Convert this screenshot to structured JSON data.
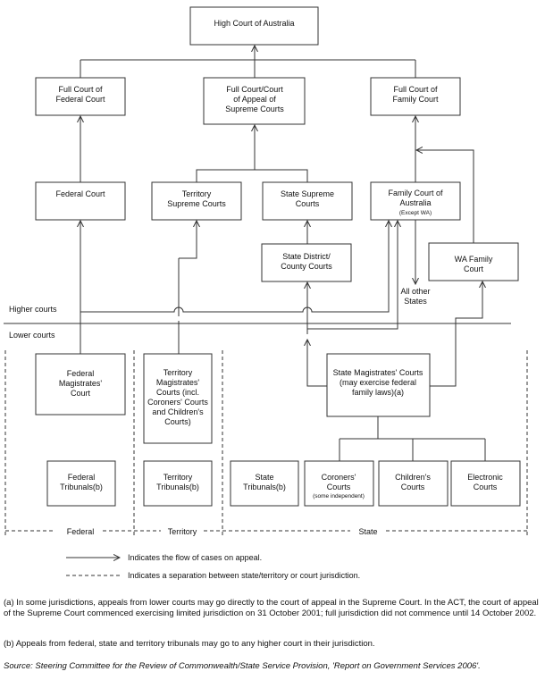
{
  "boxes": {
    "high_court": [
      "High Court of Australia"
    ],
    "full_federal": [
      "Full Court of",
      "Federal Court"
    ],
    "full_supreme": [
      "Full Court/Court",
      "of Appeal of",
      "Supreme Courts"
    ],
    "full_family": [
      "Full Court of",
      "Family Court"
    ],
    "federal_court": [
      "Federal Court"
    ],
    "territory_supreme": [
      "Territory",
      "Supreme Courts"
    ],
    "state_supreme": [
      "State Supreme",
      "Courts"
    ],
    "family_court": [
      "Family Court of",
      "Australia"
    ],
    "family_court_note": "(Except WA)",
    "state_district": [
      "State District/",
      "County Courts"
    ],
    "wa_family": [
      "WA Family",
      "Court"
    ],
    "all_other_states": [
      "All other",
      "States"
    ],
    "federal_magistrates": [
      "Federal",
      "Magistrates'",
      "Court"
    ],
    "territory_magistrates": [
      "Territory",
      "Magistrates'",
      "Courts (incl.",
      "Coroners' Courts",
      "and Children's",
      "Courts)"
    ],
    "state_magistrates": [
      "State Magistrates' Courts",
      "(may exercise federal",
      "family laws)(a)"
    ],
    "federal_tribunals": [
      "Federal",
      "Tribunals(b)"
    ],
    "territory_tribunals": [
      "Territory",
      "Tribunals(b)"
    ],
    "state_tribunals": [
      "State",
      "Tribunals(b)"
    ],
    "coroners": [
      "Coroners'",
      "Courts"
    ],
    "coroners_note": "(some independent)",
    "childrens": [
      "Children's",
      "Courts"
    ],
    "electronic": [
      "Electronic",
      "Courts"
    ]
  },
  "labels": {
    "higher_courts": "Higher courts",
    "lower_courts": "Lower courts",
    "federal": "Federal",
    "territory": "Territory",
    "state": "State"
  },
  "legend": {
    "appeal": "Indicates the flow of cases on appeal.",
    "separation": "Indicates a separation between state/territory or court jurisdiction."
  },
  "notes": {
    "a": "(a) In some jurisdictions, appeals from lower courts may go directly to the court of appeal in the Supreme Court. In the ACT, the court of appeal of the Supreme Court commenced exercising limited jurisdiction on 31 October 2001; full jurisdiction did not commence until 14 October 2002.",
    "b": "(b) Appeals from federal, state and territory tribunals may go to any higher court in their jurisdiction.",
    "source": "Source: Steering Committee for the Review of Commonwealth/State Service Provision, 'Report on Government Services 2006'."
  }
}
